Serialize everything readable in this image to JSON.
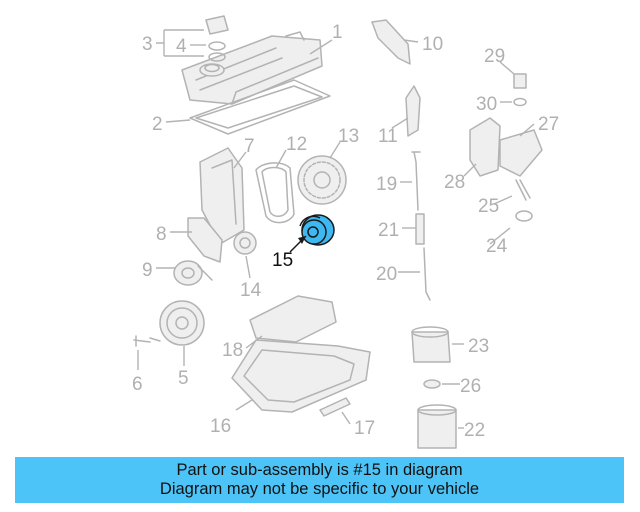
{
  "callouts": [
    "1",
    "2",
    "3",
    "4",
    "5",
    "6",
    "7",
    "8",
    "9",
    "10",
    "11",
    "12",
    "13",
    "14",
    "15",
    "16",
    "17",
    "18",
    "19",
    "20",
    "21",
    "22",
    "23",
    "24",
    "25",
    "26",
    "27",
    "28",
    "29",
    "30"
  ],
  "highlight_part": "15",
  "banner": {
    "line1": "Part or sub-assembly is #15 in diagram",
    "line2": "Diagram may not be specific to your vehicle"
  },
  "colors": {
    "highlight": "#3db8f0",
    "banner": "#4dc4f7",
    "lines": "#b3b3b3"
  }
}
